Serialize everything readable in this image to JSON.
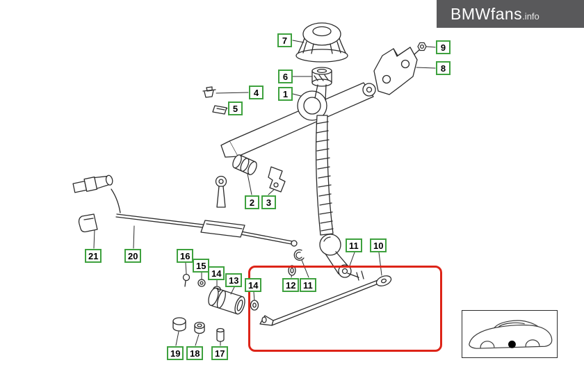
{
  "brand": {
    "name": "BMWfans",
    "tld": ".info"
  },
  "colors": {
    "label_border": "#3ea13e",
    "highlight": "#dd2418",
    "brand_bg": "#59595b",
    "brand_fg": "#ffffff",
    "line": "#2b2b2b"
  },
  "labels": [
    {
      "text": "7"
    },
    {
      "text": "9"
    },
    {
      "text": "8"
    },
    {
      "text": "6"
    },
    {
      "text": "4"
    },
    {
      "text": "1"
    },
    {
      "text": "5"
    },
    {
      "text": "2"
    },
    {
      "text": "3"
    },
    {
      "text": "21"
    },
    {
      "text": "20"
    },
    {
      "text": "16"
    },
    {
      "text": "15"
    },
    {
      "text": "14"
    },
    {
      "text": "13"
    },
    {
      "text": "11"
    },
    {
      "text": "10"
    },
    {
      "text": "14"
    },
    {
      "text": "12"
    },
    {
      "text": "11"
    },
    {
      "text": "19"
    },
    {
      "text": "18"
    },
    {
      "text": "17"
    }
  ]
}
